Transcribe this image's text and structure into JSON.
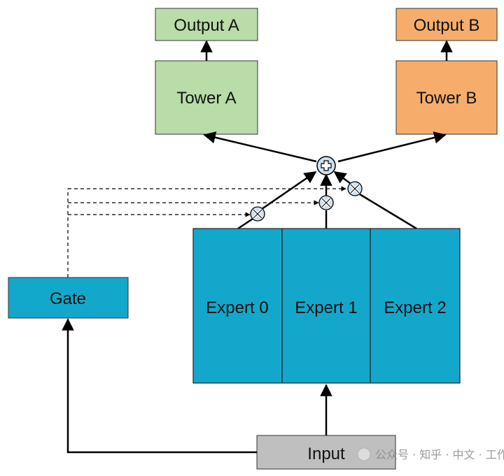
{
  "diagram": {
    "nodes": {
      "output_a": {
        "label": "Output A"
      },
      "output_b": {
        "label": "Output B"
      },
      "tower_a": {
        "label": "Tower A"
      },
      "tower_b": {
        "label": "Tower B"
      },
      "gate": {
        "label": "Gate"
      },
      "expert_0": {
        "label": "Expert 0"
      },
      "expert_1": {
        "label": "Expert 1"
      },
      "expert_2": {
        "label": "Expert 2"
      },
      "input": {
        "label": "Input"
      }
    },
    "operators": {
      "sum": {
        "symbol": "plus-circle-icon"
      },
      "multiply": {
        "symbol": "times-circle-icon"
      }
    },
    "watermark": {
      "text": "公众号 · 知乎 · 中文 · 工作站"
    },
    "colors": {
      "output_tower_a": "#b9dca8",
      "output_tower_b": "#f6ad6b",
      "gate_expert": "#13a8cb",
      "input": "#bfbfbf",
      "operator_fill": "#cfe0f0",
      "line": "#000000"
    }
  }
}
